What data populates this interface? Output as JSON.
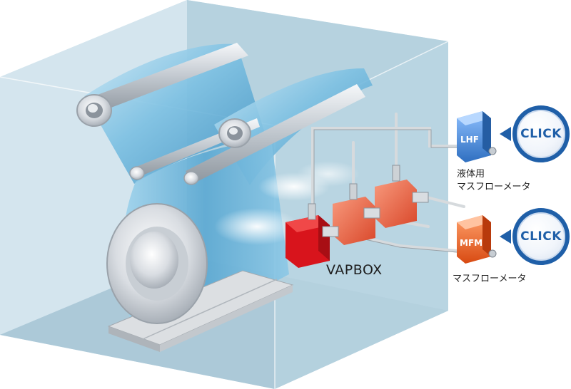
{
  "labels": {
    "vapbox": "VAPBOX",
    "lhf_caption_line1": "液体用",
    "lhf_caption_line2": "マスフローメータ",
    "mfm_caption": "マスフローメータ"
  },
  "meters": {
    "lhf": {
      "text": "LHF",
      "color": "#3a84d6"
    },
    "mfm": {
      "text": "MFM",
      "color": "#e8561e"
    }
  },
  "buttons": {
    "lhf_click": "CLICK",
    "mfm_click": "CLICK"
  },
  "colors": {
    "chamber": "#b9d4e1",
    "film": "#6fb3d6",
    "vapbox": "#d8141c",
    "heads": "#ef6a4a",
    "click_accent": "#1f5fa8"
  }
}
